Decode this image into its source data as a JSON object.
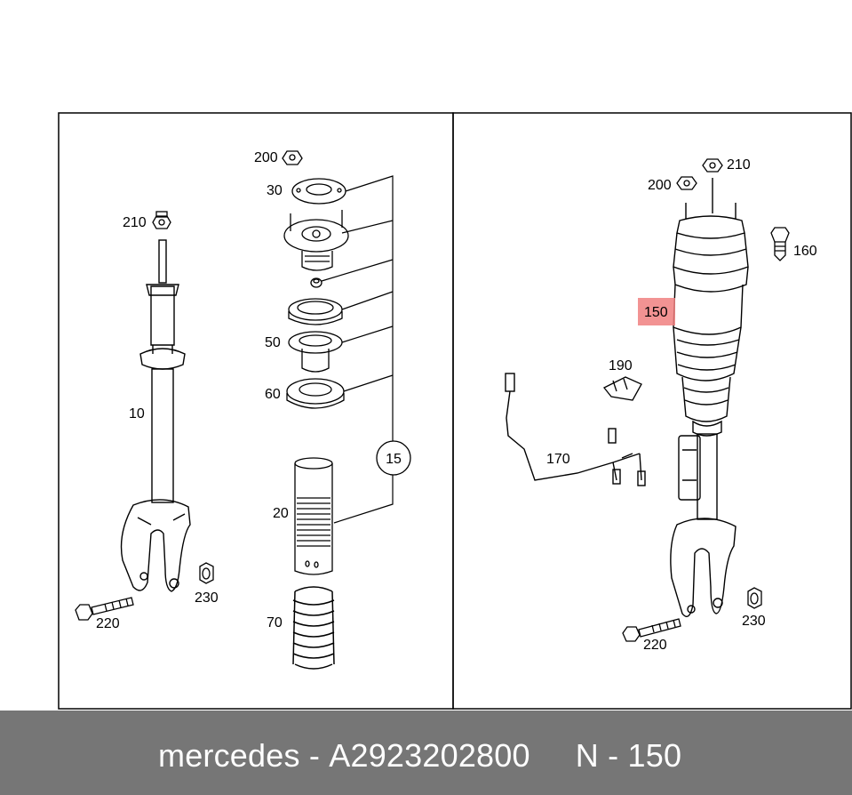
{
  "left_panel": {
    "labels": {
      "p200": "200",
      "p30": "30",
      "p210": "210",
      "p50": "50",
      "p60": "60",
      "p10": "10",
      "p15": "15",
      "p20": "20",
      "p230": "230",
      "p220": "220",
      "p70": "70"
    }
  },
  "right_panel": {
    "labels": {
      "p210": "210",
      "p200": "200",
      "p160": "160",
      "p150": "150",
      "p190": "190",
      "p170": "170",
      "p230": "230",
      "p220": "220"
    },
    "highlight_color": "#f08080"
  },
  "footer": {
    "brand": "mercedes",
    "separator": "-",
    "part_number": "A2923202800",
    "position_label": "N",
    "position_separator": "-",
    "position_number": "150",
    "background": "#767676"
  }
}
